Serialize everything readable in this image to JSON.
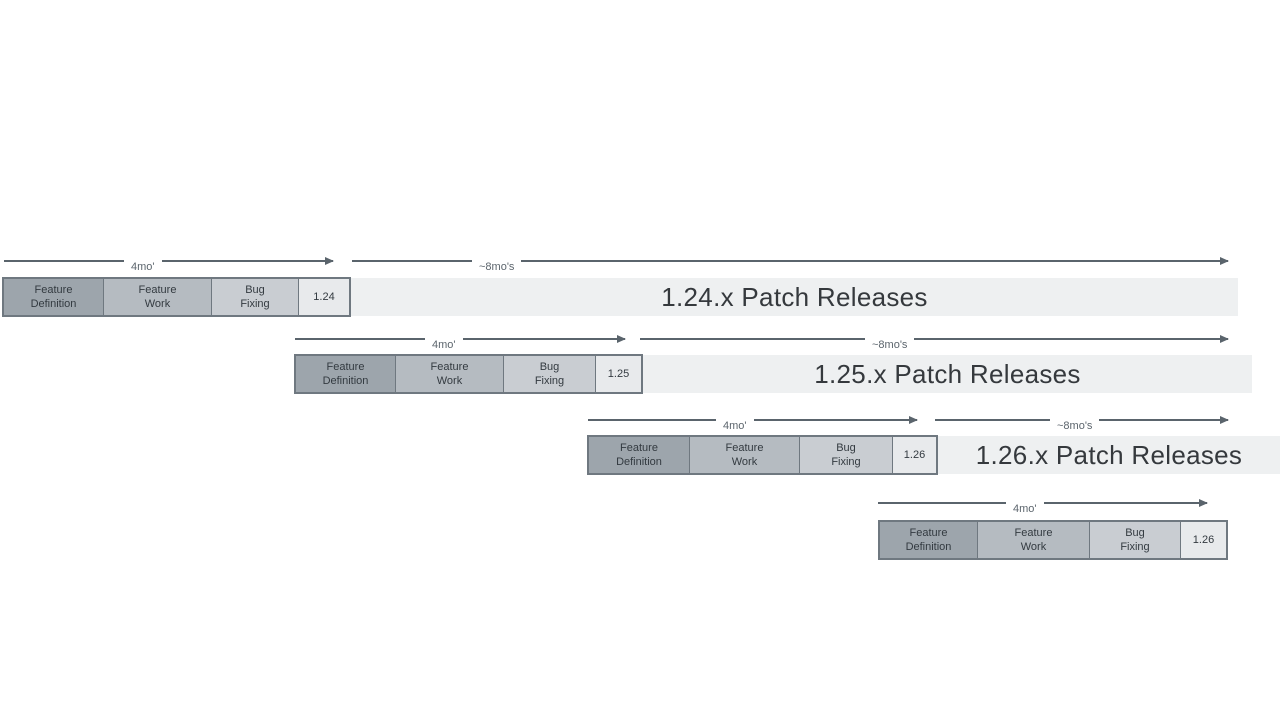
{
  "diagram": {
    "description_colors": {
      "feature_definition_fill": "#9da5ac",
      "feature_work_fill": "#b5bbc1",
      "bug_fixing_fill": "#c9cdd2",
      "version_box_fill": "#e8eaec",
      "patch_bar_fill": "#eef0f1",
      "box_border": "#6f7880",
      "arrow": "#5a646c"
    },
    "rows": [
      {
        "version": "1.24",
        "phases": [
          "Feature\nDefinition",
          "Feature\nWork",
          "Bug\nFixing"
        ],
        "dev_arrow_label": "4mo'",
        "patch_arrow_label": "~8mo's",
        "patch_bar_label": "1.24.x Patch Releases"
      },
      {
        "version": "1.25",
        "phases": [
          "Feature\nDefinition",
          "Feature\nWork",
          "Bug\nFixing"
        ],
        "dev_arrow_label": "4mo'",
        "patch_arrow_label": "~8mo's",
        "patch_bar_label": "1.25.x Patch Releases"
      },
      {
        "version": "1.26",
        "phases": [
          "Feature\nDefinition",
          "Feature\nWork",
          "Bug\nFixing"
        ],
        "dev_arrow_label": "4mo'",
        "patch_arrow_label": "~8mo's",
        "patch_bar_label": "1.26.x Patch Releases"
      },
      {
        "version": "1.26",
        "phases": [
          "Feature\nDefinition",
          "Feature\nWork",
          "Bug\nFixing"
        ],
        "dev_arrow_label": "4mo'"
      }
    ]
  }
}
